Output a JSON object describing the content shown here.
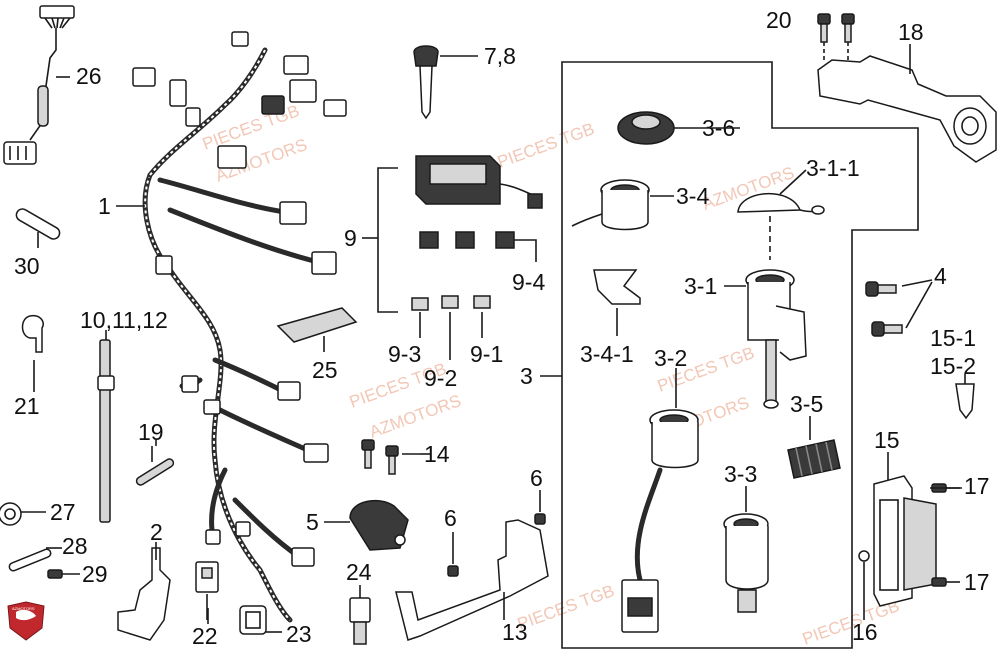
{
  "labels": {
    "l1": "1",
    "l2": "2",
    "l3": "3",
    "l3_1": "3-1",
    "l3_1_1": "3-1-1",
    "l3_2": "3-2",
    "l3_3": "3-3",
    "l3_4": "3-4",
    "l3_4_1": "3-4-1",
    "l3_5": "3-5",
    "l3_6": "3-6",
    "l4": "4",
    "l5": "5",
    "l6a": "6",
    "l6b": "6",
    "l78": "7,8",
    "l9": "9",
    "l9_1": "9-1",
    "l9_2": "9-2",
    "l9_3": "9-3",
    "l9_4": "9-4",
    "l101112": "10,11,12",
    "l13": "13",
    "l14": "14",
    "l15": "15",
    "l15_1": "15-1",
    "l15_2": "15-2",
    "l16": "16",
    "l17a": "17",
    "l17b": "17",
    "l18": "18",
    "l19": "19",
    "l20": "20",
    "l21": "21",
    "l22": "22",
    "l23": "23",
    "l24": "24",
    "l25": "25",
    "l26": "26",
    "l27": "27",
    "l28": "28",
    "l29": "29",
    "l30": "30"
  },
  "watermarks": [
    "PIECES TGB",
    "AZMOTORS",
    "PIECES TGB",
    "AZMOTORS",
    "PIECES TGB",
    "AZMOTORS",
    "PIECES TGB",
    "AZMOTORS",
    "PIECES TGB",
    "PIECES TGB"
  ],
  "logo_text": "AZMOTORS",
  "colors": {
    "line": "#1a1a1a",
    "watermark": "#f2c7b6",
    "logo": "#c0282d"
  }
}
